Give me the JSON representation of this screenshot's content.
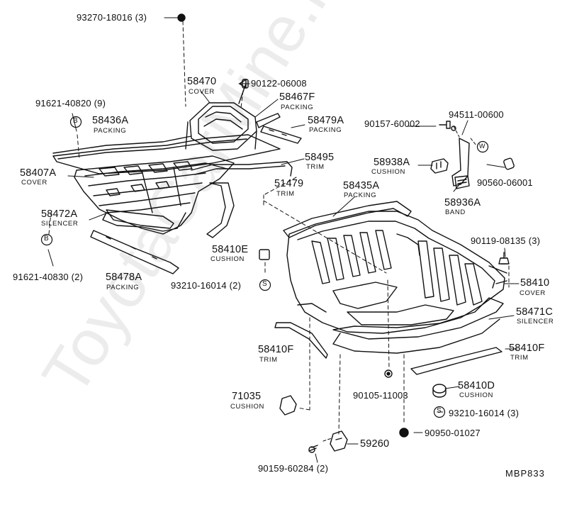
{
  "watermark": "ToyotaCarMine.ru",
  "figure_code": "MBP833",
  "callouts": [
    {
      "id": "c1",
      "number": "93270-18016",
      "qty": "(3)"
    },
    {
      "id": "c2",
      "number": "58470",
      "desc": "COVER"
    },
    {
      "id": "c3",
      "number": "90122-06008"
    },
    {
      "id": "c4",
      "number": "91621-40820",
      "qty": "(9)"
    },
    {
      "id": "c5",
      "number": "58467F",
      "desc": "PACKING"
    },
    {
      "id": "c6",
      "number": "58436A",
      "desc": "PACKING"
    },
    {
      "id": "c7",
      "number": "58479A",
      "desc": "PACKING"
    },
    {
      "id": "c8",
      "number": "90157-60002"
    },
    {
      "id": "c9",
      "number": "94511-00600"
    },
    {
      "id": "c10",
      "number": "58495",
      "desc": "TRIM"
    },
    {
      "id": "c11",
      "number": "58407A",
      "desc": "COVER"
    },
    {
      "id": "c12",
      "number": "58938A",
      "desc": "CUSHION"
    },
    {
      "id": "c13",
      "number": "51479",
      "desc": "TRIM"
    },
    {
      "id": "c14",
      "number": "58435A",
      "desc": "PACKING"
    },
    {
      "id": "c15",
      "number": "90560-06001"
    },
    {
      "id": "c16",
      "number": "58936A",
      "desc": "BAND"
    },
    {
      "id": "c17",
      "number": "58472A",
      "desc": "SILENCER"
    },
    {
      "id": "c18",
      "number": "90119-08135",
      "qty": "(3)"
    },
    {
      "id": "c19",
      "number": "58410E",
      "desc": "CUSHION"
    },
    {
      "id": "c20",
      "number": "91621-40830",
      "qty": "(2)"
    },
    {
      "id": "c21",
      "number": "58478A",
      "desc": "PACKING"
    },
    {
      "id": "c22",
      "number": "93210-16014",
      "qty": "(2)"
    },
    {
      "id": "c23",
      "number": "58410",
      "desc": "COVER"
    },
    {
      "id": "c24",
      "number": "58471C",
      "desc": "SILENCER"
    },
    {
      "id": "c25",
      "number": "58410F",
      "desc": "TRIM"
    },
    {
      "id": "c26",
      "number": "58410F",
      "desc": "TRIM"
    },
    {
      "id": "c27",
      "number": "90105-11003"
    },
    {
      "id": "c28",
      "number": "58410D",
      "desc": "CUSHION"
    },
    {
      "id": "c29",
      "number": "71035",
      "desc": "CUSHION"
    },
    {
      "id": "c30",
      "number": "93210-16014",
      "qty": "(3)"
    },
    {
      "id": "c31",
      "number": "90950-01027"
    },
    {
      "id": "c32",
      "number": "59260"
    },
    {
      "id": "c33",
      "number": "90159-60284",
      "qty": "(2)"
    }
  ],
  "ref_marks": {
    "b1": "B",
    "b2": "B",
    "s1": "S",
    "s2": "S",
    "w1": "W"
  }
}
